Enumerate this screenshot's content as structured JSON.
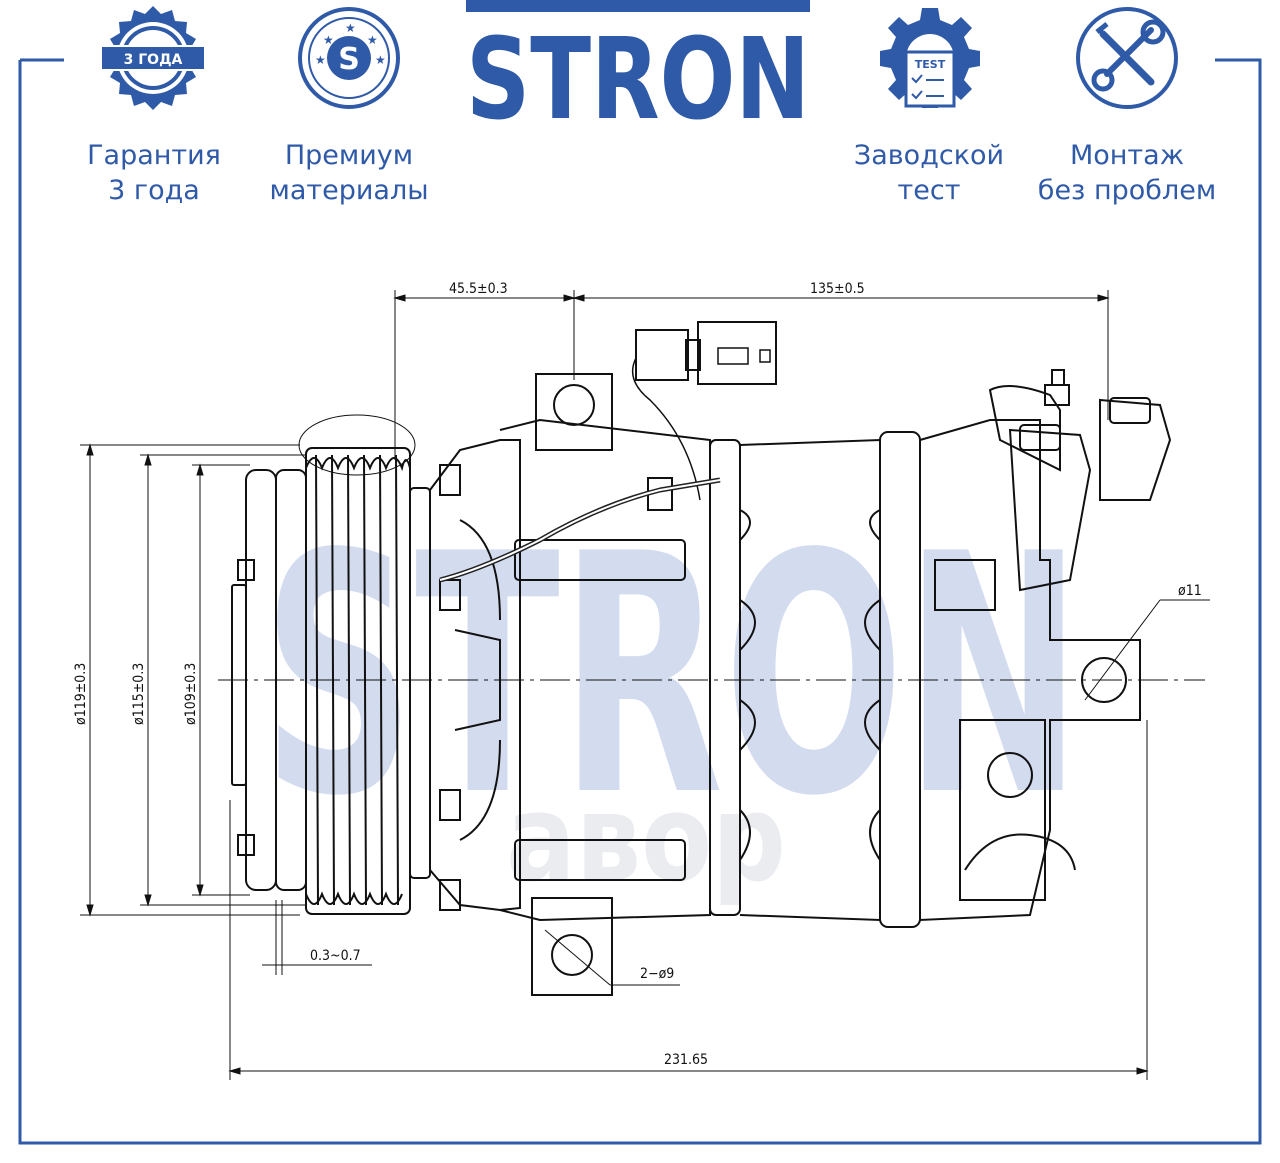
{
  "brand": {
    "name": "STRON",
    "watermark": "STRON",
    "watermark2": "aвор",
    "color": "#2f5aa8",
    "bg_watermark_color": "#c9d3ea"
  },
  "badges": [
    {
      "icon": "seal-badge-icon",
      "badge_text": "3 ГОДА",
      "line1": "Гарантия",
      "line2": "3 года"
    },
    {
      "icon": "premium-s-icon",
      "badge_text": "S",
      "line1": "Премиум",
      "line2": "материалы"
    },
    {
      "icon": "gear-test-icon",
      "badge_text": "TEST",
      "line1": "Заводской",
      "line2": "тест"
    },
    {
      "icon": "wrench-screwdriver-icon",
      "line1": "Монтаж",
      "line2": "без проблем"
    }
  ],
  "dimensions": {
    "top_left": "45.5±0.3",
    "top_right": "135±0.5",
    "d119": "ø119±0.3",
    "d115": "ø115±0.3",
    "d109": "ø109±0.3",
    "gap": "0.3~0.7",
    "hole": "2−ø9",
    "mount": "ø11",
    "total": "231.65"
  }
}
